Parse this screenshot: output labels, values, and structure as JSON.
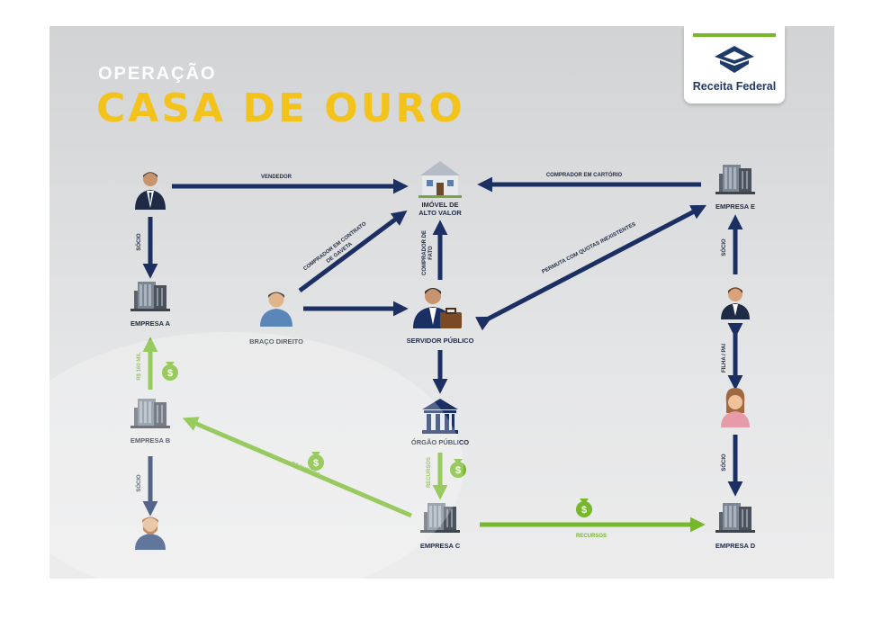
{
  "header": {
    "title_small": "OPERAÇÃO",
    "title_big": "CASA DE OURO"
  },
  "logo": {
    "text": "Receita Federal",
    "accent_color": "#76b82a",
    "brand_color": "#1f3a68"
  },
  "colors": {
    "navy": "#1b2f63",
    "green": "#76b82a",
    "yellow": "#f3c31c"
  },
  "nodes": {
    "imovel": {
      "label_1": "IMÓVEL DE",
      "label_2": "ALTO VALOR",
      "icon": "house-icon"
    },
    "empresa_e": {
      "label": "EMPRESA E",
      "icon": "building-icon"
    },
    "empresa_a": {
      "label": "EMPRESA A",
      "icon": "building-icon"
    },
    "braco": {
      "label": "BRAÇO DIREITO",
      "icon": "person-icon"
    },
    "servidor": {
      "label": "SERVIDOR PÚBLICO",
      "icon": "person-briefcase-icon"
    },
    "empresa_b": {
      "label": "EMPRESA B",
      "icon": "building-icon"
    },
    "orgao": {
      "label": "ÓRGÃO PÚBLICO",
      "icon": "government-building-icon"
    },
    "empresa_c": {
      "label": "EMPRESA C",
      "icon": "building-icon"
    },
    "empresa_d": {
      "label": "EMPRESA D",
      "icon": "building-icon"
    },
    "empresario": {
      "icon": "businessman-icon"
    },
    "socio_b": {
      "icon": "bearded-man-icon"
    },
    "filho": {
      "icon": "man-icon"
    },
    "filha": {
      "icon": "woman-icon"
    }
  },
  "edges": {
    "vendedor": "VENDEDOR",
    "comprador_cartorio": "COMPRADOR EM CARTÓRIO",
    "socio_1": "SÓCIO",
    "socio_2": "SÓCIO",
    "socio_3": "SÓCIO",
    "socio_4": "SÓCIO",
    "contrato_gaveta_1": "COMPRADOR EM CONTRATO",
    "contrato_gaveta_2": "DE GAVETA",
    "comprador_fato_1": "COMPRADOR DE",
    "comprador_fato_2": "FATO",
    "permuta": "PERMUTA COM QUOTAS INEXISTENTES",
    "valor_160": "R$ 160 MIL",
    "recursos_1": "RECURSOS",
    "recursos_2": "RECURSOS",
    "recursos_3": "RECURSOS",
    "filha_pai": "FILHA / PAI"
  }
}
